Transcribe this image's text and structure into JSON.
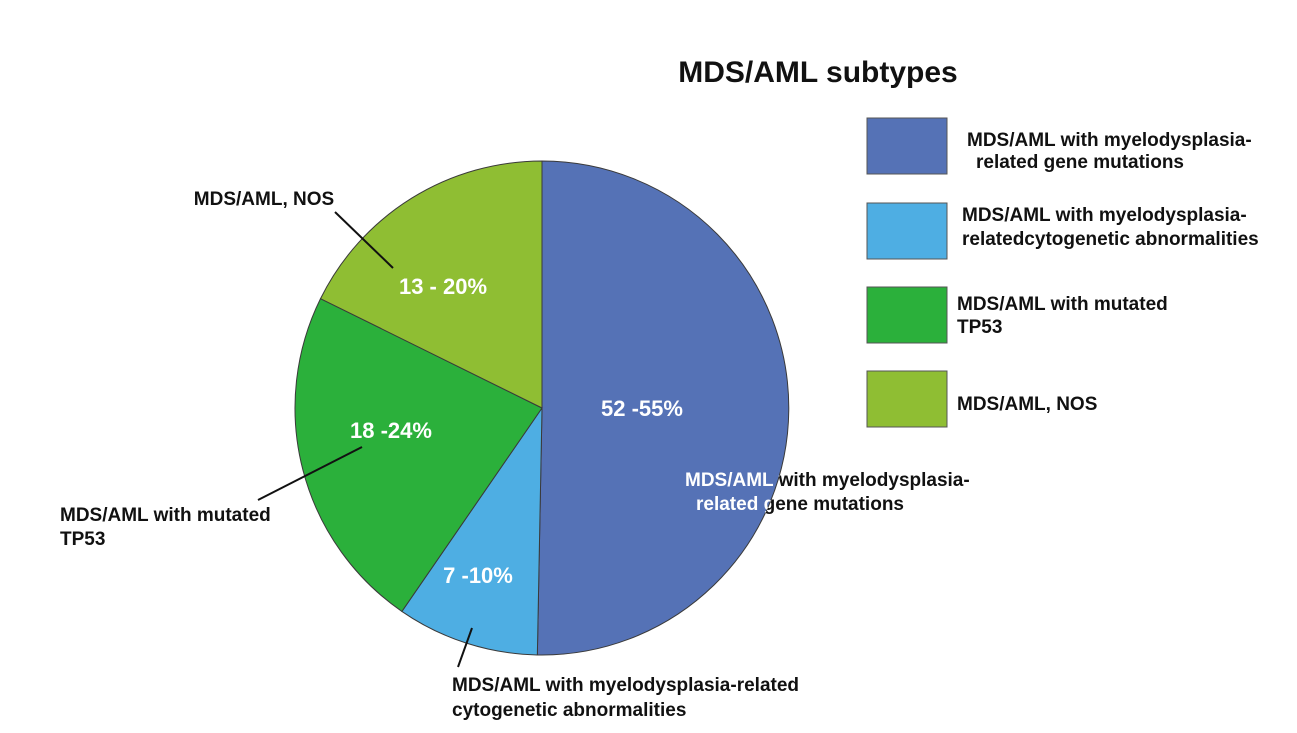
{
  "chart_data": {
    "type": "pie",
    "title": "MDS/AML subtypes",
    "slices": [
      {
        "label": "MDS/AML with myelodysplasia-related gene mutations",
        "value_label": "52 -55%",
        "value": 50.3,
        "color": "#5572b6"
      },
      {
        "label": "MDS/AML with myelodysplasia-related cytogenetic abnormalities",
        "value_label": "7 -10%",
        "value": 9.3,
        "color": "#4eaee3"
      },
      {
        "label": "MDS/AML with mutated TP53",
        "value_label": "18 -24%",
        "value": 22.7,
        "color": "#2bb03b"
      },
      {
        "label": "MDS/AML, NOS",
        "value_label": "13 - 20%",
        "value": 17.7,
        "color": "#8fbe33"
      }
    ],
    "callouts": {
      "gene_line1": "MDS/AML with myelodysplasia-",
      "gene_line2": "related gene mutations",
      "cyto_line1": "MDS/AML with myelodysplasia-related",
      "cyto_line2": "cytogenetic abnormalities",
      "tp53_line1": "MDS/AML with mutated",
      "tp53_line2": "TP53",
      "nos_line1": "MDS/AML, NOS"
    },
    "legend": {
      "placement": "right",
      "items": [
        {
          "line1": "MDS/AML with myelodysplasia-",
          "line2": "related gene mutations",
          "color": "#5572b6"
        },
        {
          "line1": "MDS/AML with myelodysplasia-",
          "line2": "relatedcytogenetic abnormalities",
          "color": "#4eaee3"
        },
        {
          "line1": "MDS/AML with mutated",
          "line2": "TP53",
          "color": "#2bb03b"
        },
        {
          "line1": "MDS/AML, NOS",
          "line2": "",
          "color": "#8fbe33"
        }
      ]
    }
  }
}
